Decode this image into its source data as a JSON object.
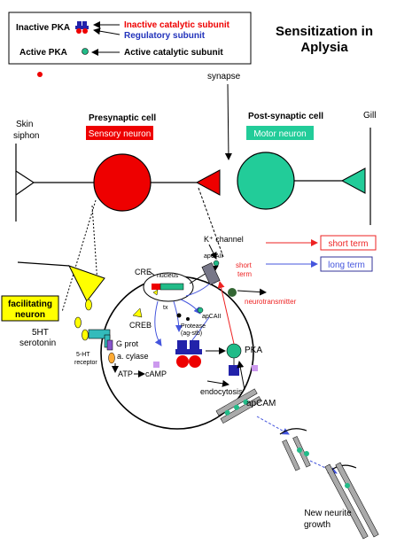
{
  "legend": {
    "inactive_pka": "Inactive PKA",
    "active_pka": "Active PKA",
    "inactive_catalytic": "Inactive catalytic subunit",
    "regulatory": "Regulatory subunit",
    "active_catalytic": "Active catalytic subunit"
  },
  "title": {
    "line1": "Sensitization in",
    "line2": "Aplysia"
  },
  "labels": {
    "synapse": "synapse",
    "skin_siphon_1": "Skin",
    "skin_siphon_2": "siphon",
    "presynaptic": "Presynaptic cell",
    "sensory_neuron": "Sensory neuron",
    "postsynaptic": "Post-synaptic cell",
    "motor_neuron": "Motor neuron",
    "gill": "Gill",
    "k_channel": "K⁺ channel",
    "short_term": "short term",
    "long_term": "long term",
    "short_term_small_1": "short",
    "short_term_small_2": "term",
    "neurotransmitter": "neurotransmitter",
    "facilitating_1": "facilitating",
    "facilitating_2": "neuron",
    "fiveht": "5HT",
    "serotonin": "serotonin",
    "receptor_1": "5-HT",
    "receptor_2": "receptor",
    "gprot": "G prot",
    "cyclase": "a. cylase",
    "atp": "ATP",
    "camp": "cAMP",
    "cre": "CRE",
    "nucleus": "nucleus",
    "creb": "CREB",
    "tx": "tx",
    "apcaii_top": "apCAII",
    "apcaii_mid": "apCAII",
    "protease_1": "Protease",
    "protease_2": "(ag-stb)",
    "pka": "PKA",
    "endocytosis": "endocytosis",
    "apcam": "apCAM",
    "neurite_1": "New neurite",
    "neurite_2": "growth"
  },
  "colors": {
    "sensory": "#ee0000",
    "motor": "#22cc99",
    "inactive_red": "#ee0000",
    "regulatory_blue": "#2222aa",
    "active_teal": "#22bb88",
    "facilitating": "#ffff00",
    "arrow_red": "#ee2222",
    "arrow_blue": "#4455dd"
  }
}
